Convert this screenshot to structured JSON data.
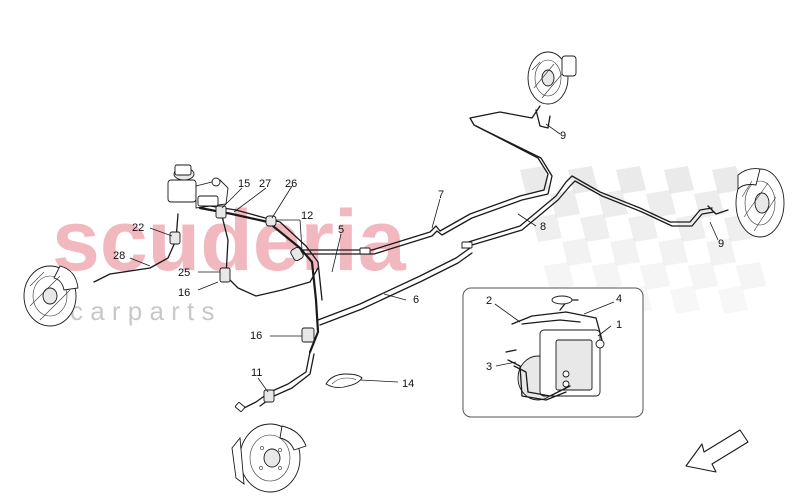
{
  "watermark": {
    "brand": "scuderia",
    "sub": "c a r   p a r t s",
    "brand_color": "#f2b8bf",
    "checker_color": "#d9d9d9"
  },
  "callouts": [
    {
      "id": "c1",
      "label": "1"
    },
    {
      "id": "c2",
      "label": "2"
    },
    {
      "id": "c3",
      "label": "3"
    },
    {
      "id": "c4",
      "label": "4"
    },
    {
      "id": "c5",
      "label": "5"
    },
    {
      "id": "c6",
      "label": "6"
    },
    {
      "id": "c7",
      "label": "7"
    },
    {
      "id": "c8",
      "label": "8"
    },
    {
      "id": "c9a",
      "label": "9"
    },
    {
      "id": "c9b",
      "label": "9"
    },
    {
      "id": "c11",
      "label": "11"
    },
    {
      "id": "c12",
      "label": "12"
    },
    {
      "id": "c14",
      "label": "14"
    },
    {
      "id": "c15",
      "label": "15"
    },
    {
      "id": "c16a",
      "label": "16"
    },
    {
      "id": "c16b",
      "label": "16"
    },
    {
      "id": "c22",
      "label": "22"
    },
    {
      "id": "c25",
      "label": "25"
    },
    {
      "id": "c26",
      "label": "26"
    },
    {
      "id": "c27",
      "label": "27"
    },
    {
      "id": "c28",
      "label": "28"
    }
  ],
  "icons": {
    "direction": "front-direction-arrow-icon",
    "disc": "brake-disc-icon",
    "abs": "abs-module-icon",
    "reservoir": "master-cylinder-icon"
  }
}
